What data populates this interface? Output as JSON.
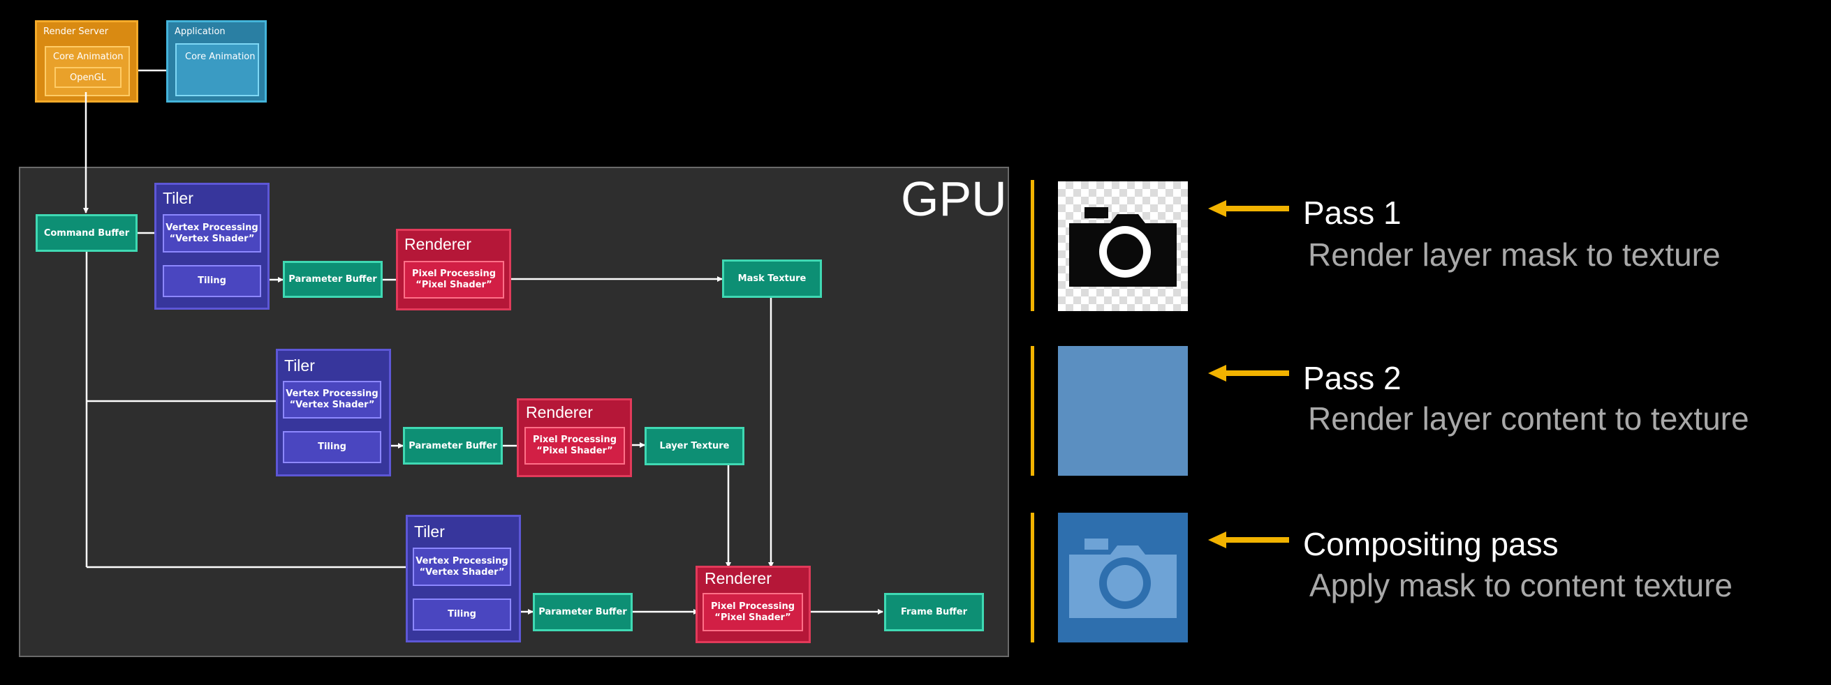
{
  "cpu": {
    "render_server": {
      "title": "Render Server",
      "core_animation": "Core Animation",
      "opengl": "OpenGL"
    },
    "application": {
      "title": "Application",
      "core_animation": "Core Animation"
    }
  },
  "gpu": {
    "title": "GPU",
    "command_buffer": "Command Buffer",
    "tiler_title": "Tiler",
    "vertex_processing": "Vertex Processing\n“Vertex Shader”",
    "tiling": "Tiling",
    "parameter_buffer": "Parameter Buffer",
    "renderer_title": "Renderer",
    "pixel_processing": "Pixel Processing\n“Pixel Shader”",
    "mask_texture": "Mask Texture",
    "layer_texture": "Layer Texture",
    "frame_buffer": "Frame Buffer"
  },
  "passes": [
    {
      "title": "Pass 1",
      "description": "Render layer mask to texture",
      "thumb_icon": "camera-icon"
    },
    {
      "title": "Pass 2",
      "description": "Render layer content to texture",
      "thumb_icon": "solid-blue-fill"
    },
    {
      "title": "Compositing pass",
      "description": "Apply mask to content texture",
      "thumb_icon": "camera-icon"
    }
  ],
  "colors": {
    "accent_yellow": "#f2b300",
    "render_server": "#d98a12",
    "application": "#2a7fa3",
    "buffer_green": "#0d8f74",
    "tiler_purple": "#37369c",
    "renderer_red": "#b51738",
    "content_blue": "#5b8fc1",
    "composite_blue": "#2e6fae"
  }
}
